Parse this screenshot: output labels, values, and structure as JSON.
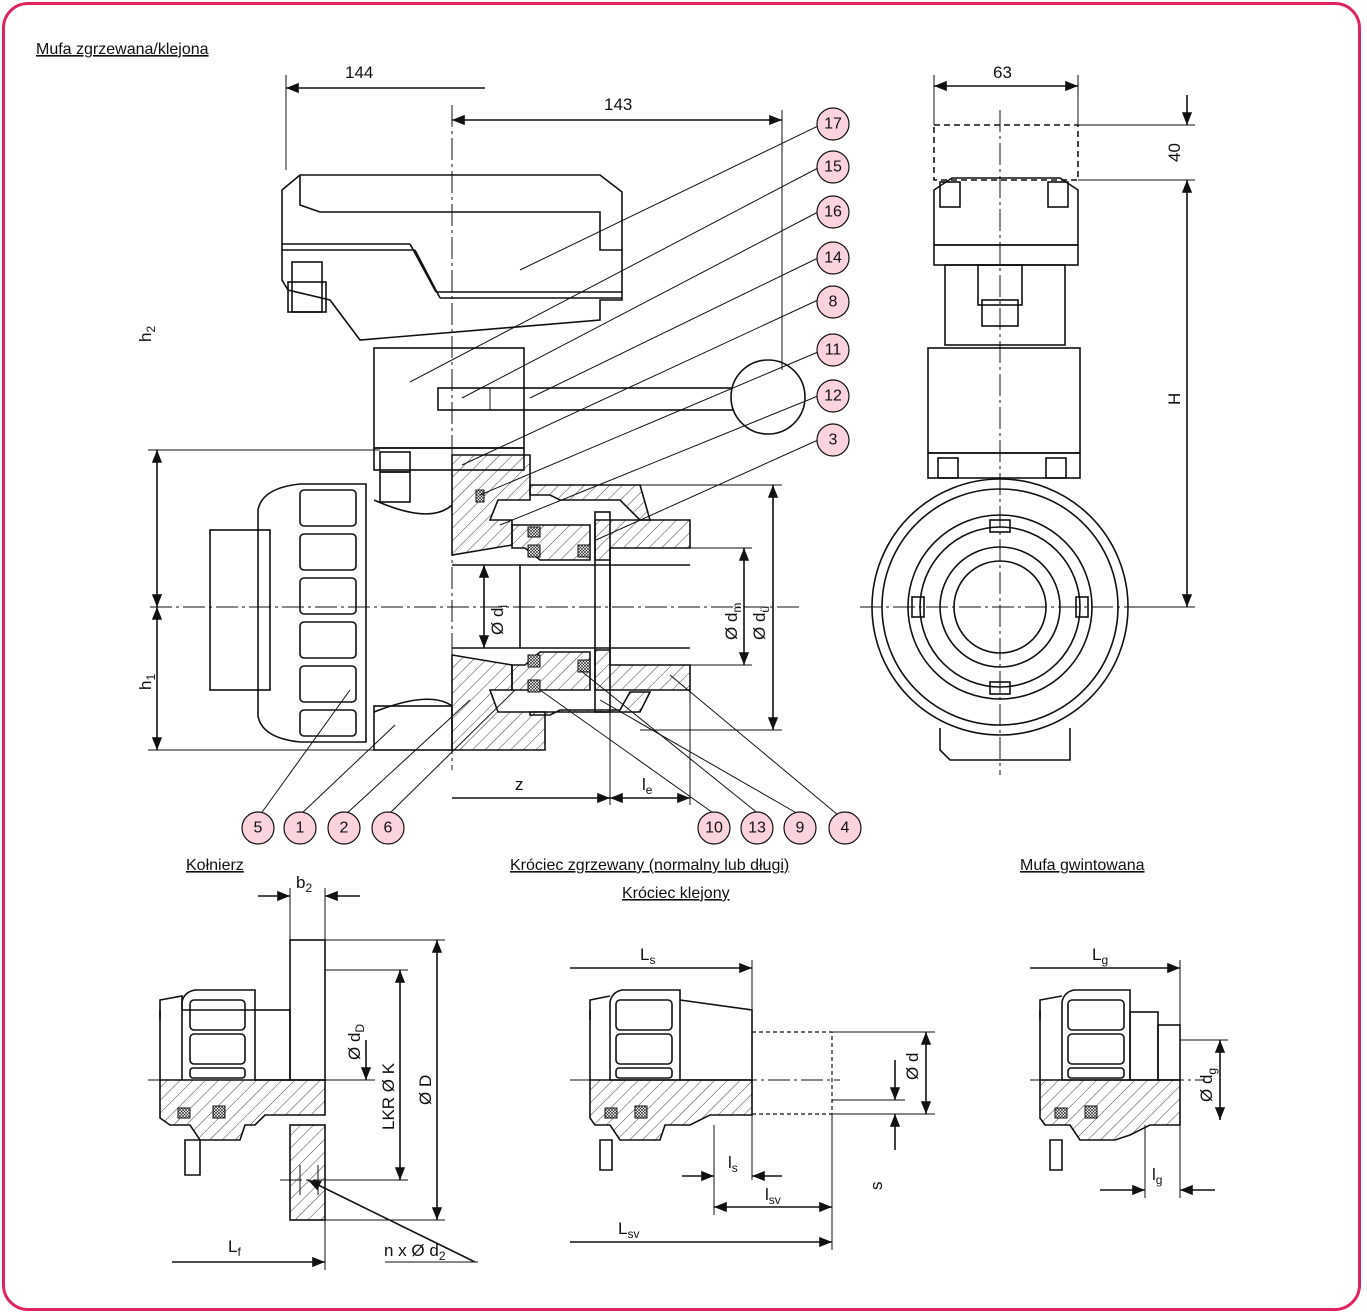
{
  "titles": {
    "main": "Mufa zgrzewana/klejona",
    "flange": "Kołnierz",
    "spigot_weld": "Króciec zgrzewany (normalny lub długi)",
    "spigot_glue": "Króciec klejony",
    "threaded": "Mufa gwintowana"
  },
  "dims": {
    "d144": "144",
    "d143": "143",
    "d63": "63",
    "d40": "40",
    "H": "H",
    "h2": "h",
    "h2_sub": "2",
    "h1": "h",
    "h1_sub": "1",
    "z": "z",
    "le": "l",
    "le_sub": "e",
    "di": "Ø d",
    "di_sub": "i",
    "dm": "Ø d",
    "dm_sub": "m",
    "du": "Ø d",
    "du_sub": "ü",
    "b2": "b",
    "b2_sub": "2",
    "dD": "Ø d",
    "dD_sub": "D",
    "LKR": "LKR Ø K",
    "OD": "Ø D",
    "Lf": "L",
    "Lf_sub": "f",
    "nxd2": "n x Ø d",
    "nxd2_sub": "2",
    "Ls": "L",
    "Ls_sub": "s",
    "ls": "l",
    "ls_sub": "s",
    "lsv": "l",
    "lsv_sub": "sv",
    "Lsv": "L",
    "Lsv_sub": "sv",
    "od": "Ø d",
    "s": "s",
    "Lg": "L",
    "Lg_sub": "g",
    "dg": "Ø d",
    "dg_sub": "g",
    "lg": "l",
    "lg_sub": "g"
  },
  "callouts": [
    "17",
    "15",
    "16",
    "14",
    "8",
    "11",
    "12",
    "3",
    "5",
    "1",
    "2",
    "6",
    "10",
    "13",
    "9",
    "4"
  ],
  "colors": {
    "accent": "#e0245e",
    "callout_fill": "#fbd3dc"
  }
}
